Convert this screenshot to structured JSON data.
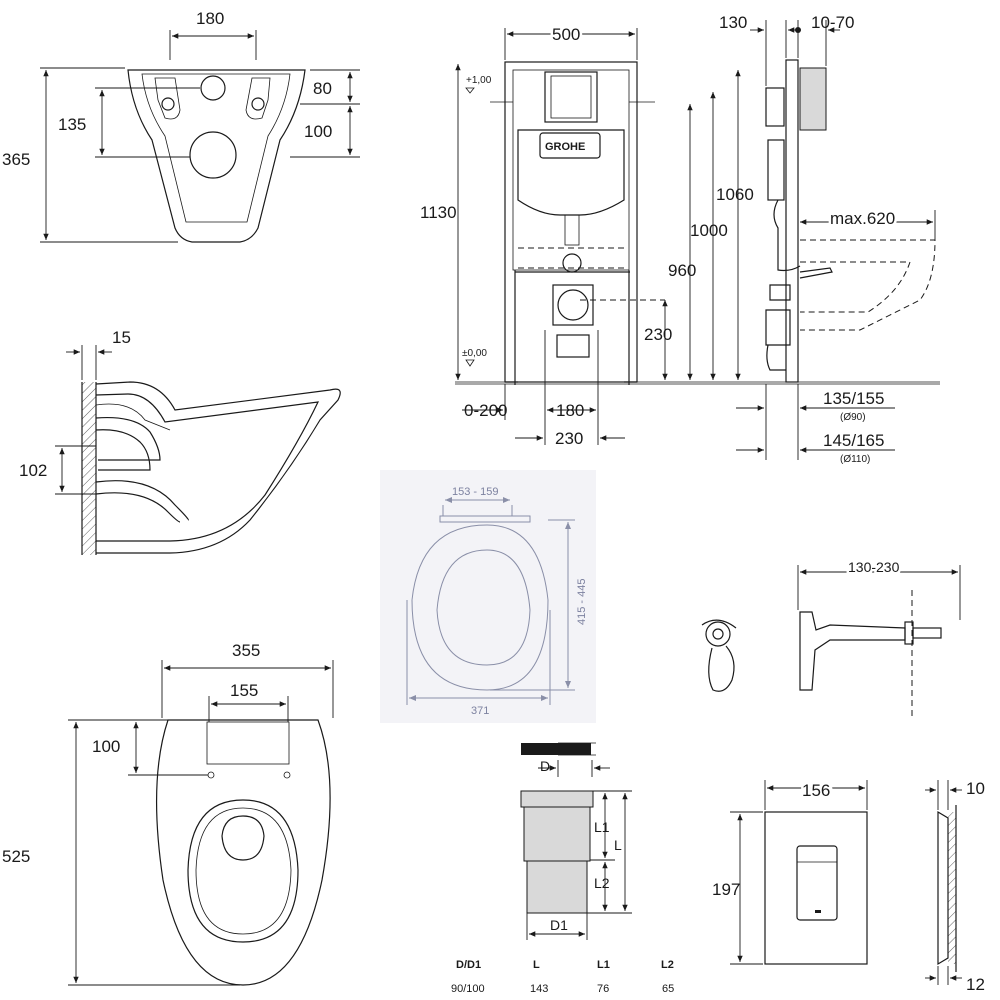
{
  "bowl_top": {
    "w": "180",
    "h1": "80",
    "h2": "135",
    "h3": "100",
    "total": "365"
  },
  "bowl_side": {
    "wall": "15",
    "height": "102"
  },
  "bowl_plan": {
    "width": "355",
    "holes": "155",
    "offset": "100",
    "length": "525"
  },
  "frame": {
    "width": "500",
    "top_mark": "+1,00",
    "zero_mark": "±0,00",
    "h_total": "1130",
    "h_1060": "1060",
    "h_1000": "1000",
    "h_960": "960",
    "h_230": "230",
    "adj": "0-200",
    "inner": "180",
    "outer": "230",
    "brand": "GROHE"
  },
  "frame_side": {
    "depth": "130",
    "wall_adj": "10-70",
    "max": "max.620",
    "d1": "135/155",
    "d1_sub": "(Ø90)",
    "d2": "145/165",
    "d2_sub": "(Ø110)"
  },
  "seat": {
    "hinge": "153 - 159",
    "length": "415 - 445",
    "width": "371"
  },
  "flush_pipe": {
    "range": "130-230"
  },
  "connector": {
    "d_label": "D",
    "l1_label": "L1",
    "l_label": "L",
    "l2_label": "L2",
    "d1_label": "D1",
    "table_headers": [
      "D/D1",
      "L",
      "L1",
      "L2"
    ],
    "table_values": [
      "90/100",
      "143",
      "76",
      "65"
    ]
  },
  "plate": {
    "width": "156",
    "height": "197",
    "depth": "10",
    "depth2": "12"
  }
}
